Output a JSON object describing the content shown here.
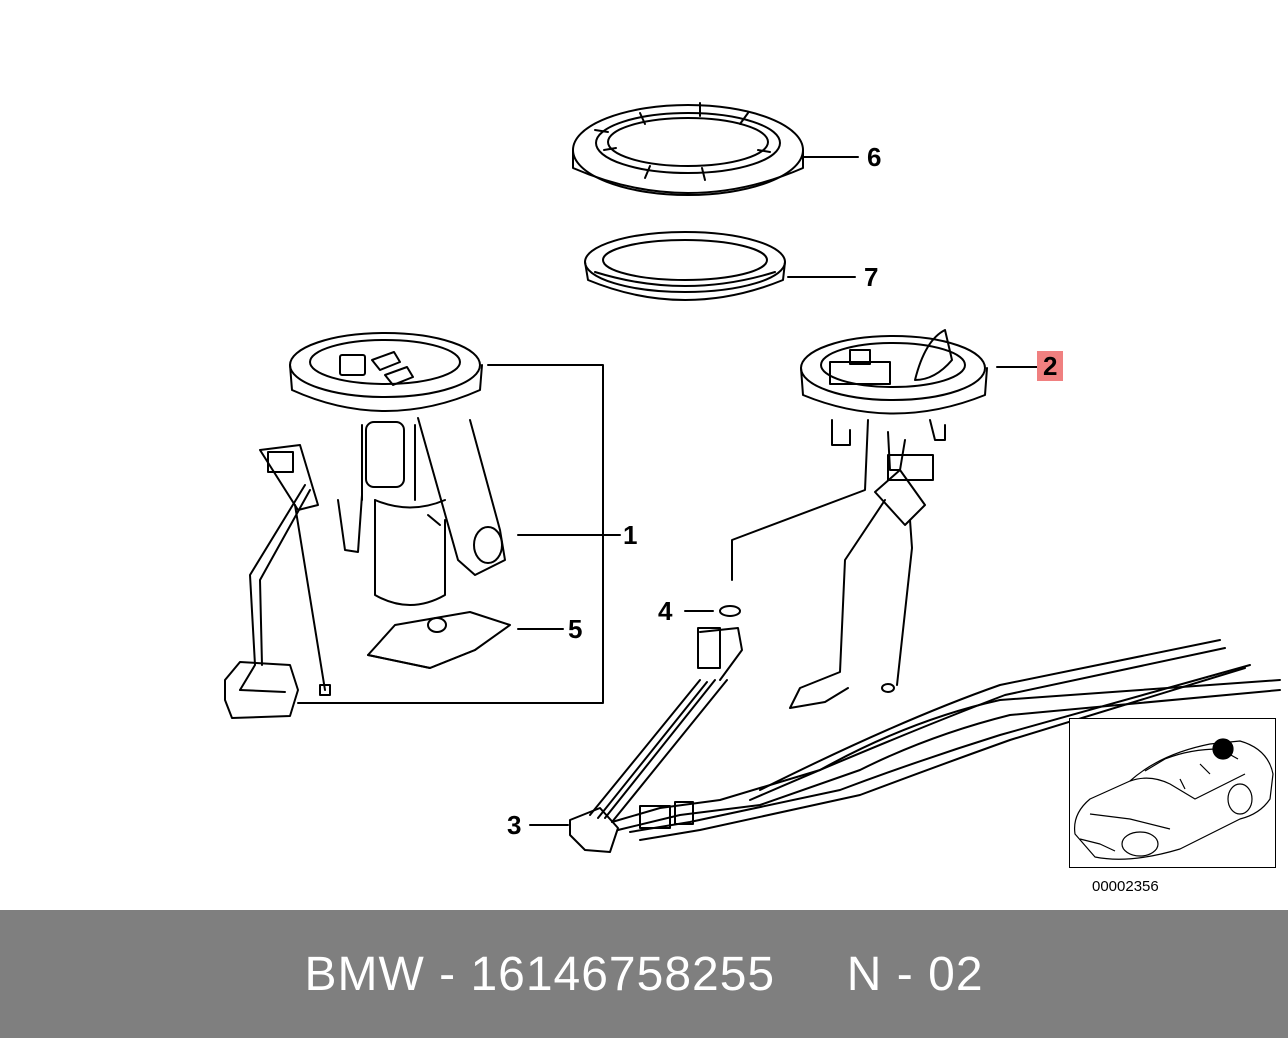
{
  "diagram": {
    "callouts": [
      {
        "id": "1",
        "label": "1",
        "highlighted": false
      },
      {
        "id": "2",
        "label": "2",
        "highlighted": true
      },
      {
        "id": "3",
        "label": "3",
        "highlighted": false
      },
      {
        "id": "4",
        "label": "4",
        "highlighted": false
      },
      {
        "id": "5",
        "label": "5",
        "highlighted": false
      },
      {
        "id": "6",
        "label": "6",
        "highlighted": false
      },
      {
        "id": "7",
        "label": "7",
        "highlighted": false
      }
    ],
    "diagram_id": "00002356",
    "highlight_color": "#f08080"
  },
  "footer": {
    "brand": "BMW",
    "separator": " - ",
    "part_number": "16146758255",
    "gap": "     ",
    "note": "N - 02",
    "background": "#7f7f7f"
  }
}
